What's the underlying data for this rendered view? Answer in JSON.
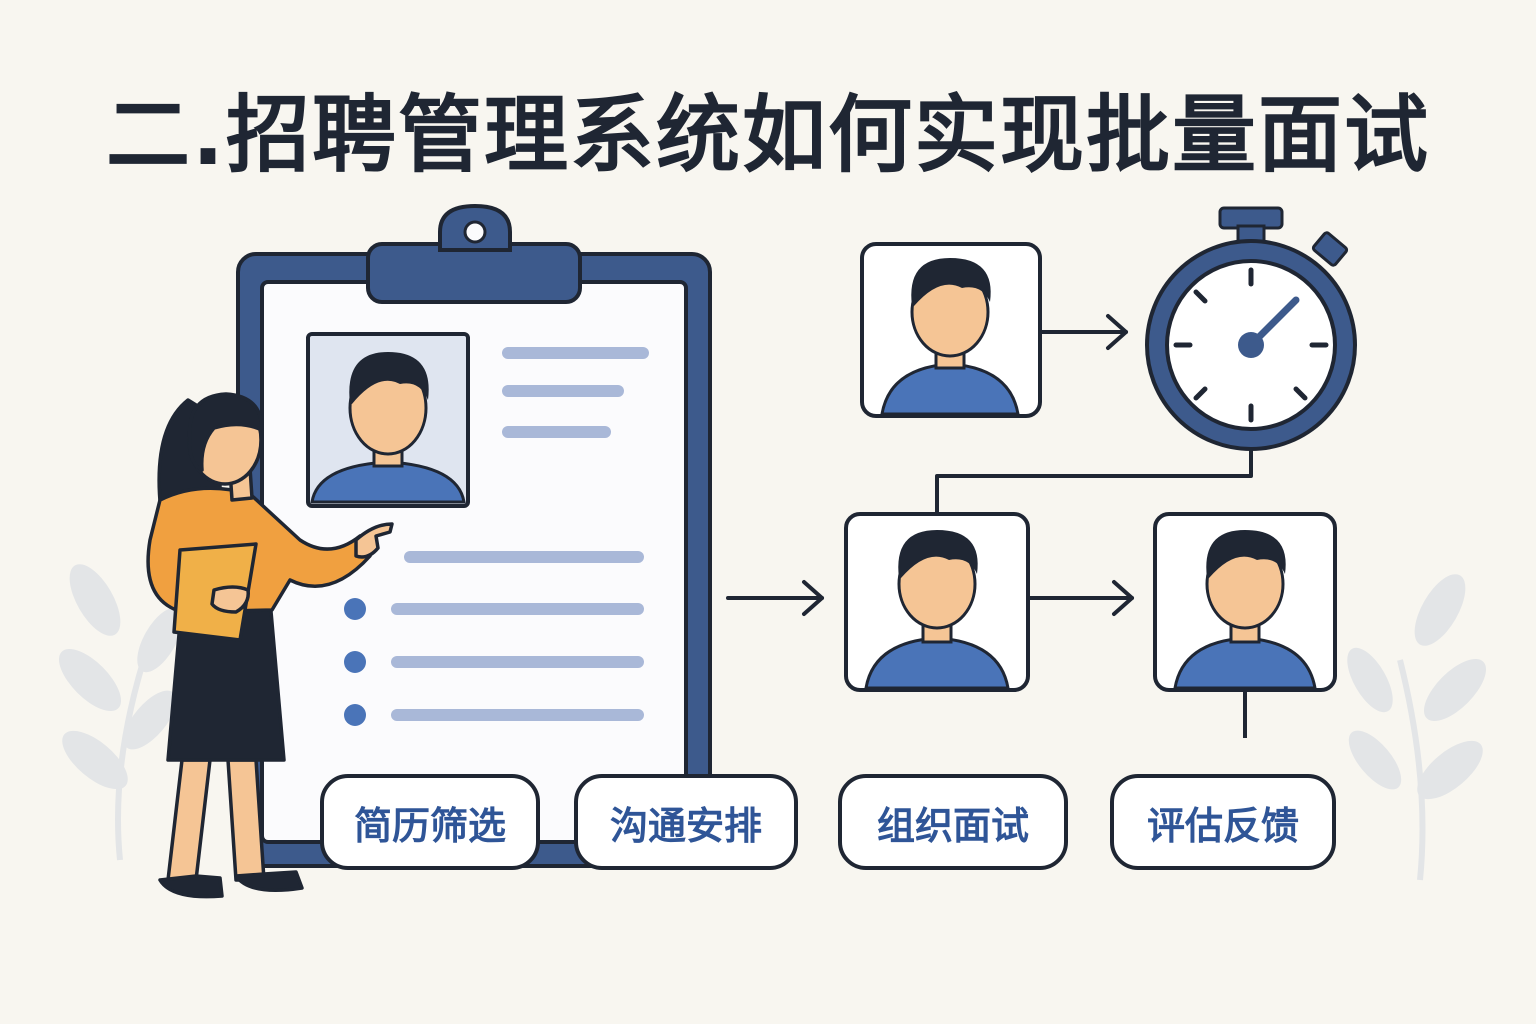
{
  "title": "二.招聘管理系统如何实现批量面试",
  "steps": [
    {
      "label": "简历筛选"
    },
    {
      "label": "沟通安排"
    },
    {
      "label": "组织面试"
    },
    {
      "label": "评估反馈"
    }
  ],
  "colors": {
    "background": "#f8f6f0",
    "outline": "#1f2633",
    "primary_blue": "#2f5597",
    "navy": "#3d5a8c",
    "light_line": "#a9b8d8",
    "skin": "#f5c595",
    "orange": "#f0a040",
    "hair": "#1f2633",
    "leaf": "#e3e5e7"
  },
  "icons": [
    "clipboard-icon",
    "resume-photo-icon",
    "presenter-woman-icon",
    "candidate-avatar-icon",
    "stopwatch-icon",
    "arrow-right-icon",
    "leaf-decoration-icon"
  ]
}
